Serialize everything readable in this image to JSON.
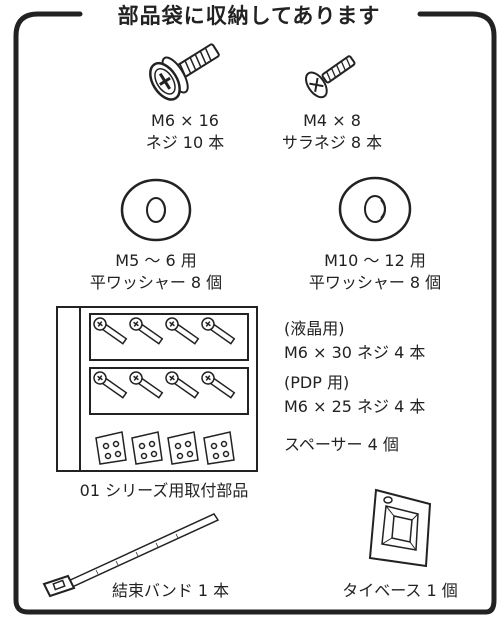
{
  "title": "部品袋に収納してあります",
  "parts": {
    "screw_m6x16": {
      "line1": "M6 × 16",
      "line2": "ネジ 10 本"
    },
    "screw_m4x8": {
      "line1": "M4 × 8",
      "line2": "サラネジ 8 本"
    },
    "washer_m5_6": {
      "line1": "M5 ～ 6 用",
      "line2": "平ワッシャー 8 個"
    },
    "washer_m10_12": {
      "line1": "M10 ～ 12 用",
      "line2": "平ワッシャー 8 個"
    },
    "liquid_crystal": {
      "line1": "(液晶用)",
      "line2": "M6 × 30 ネジ 4 本"
    },
    "pdp": {
      "line1": "(PDP 用)",
      "line2": "M6 × 25 ネジ 4 本"
    },
    "spacer": "スペーサー 4 個",
    "series_parts": "01 シリーズ用取付部品",
    "cable_tie": "結束バンド 1 本",
    "tie_base": "タイベース 1 個"
  }
}
